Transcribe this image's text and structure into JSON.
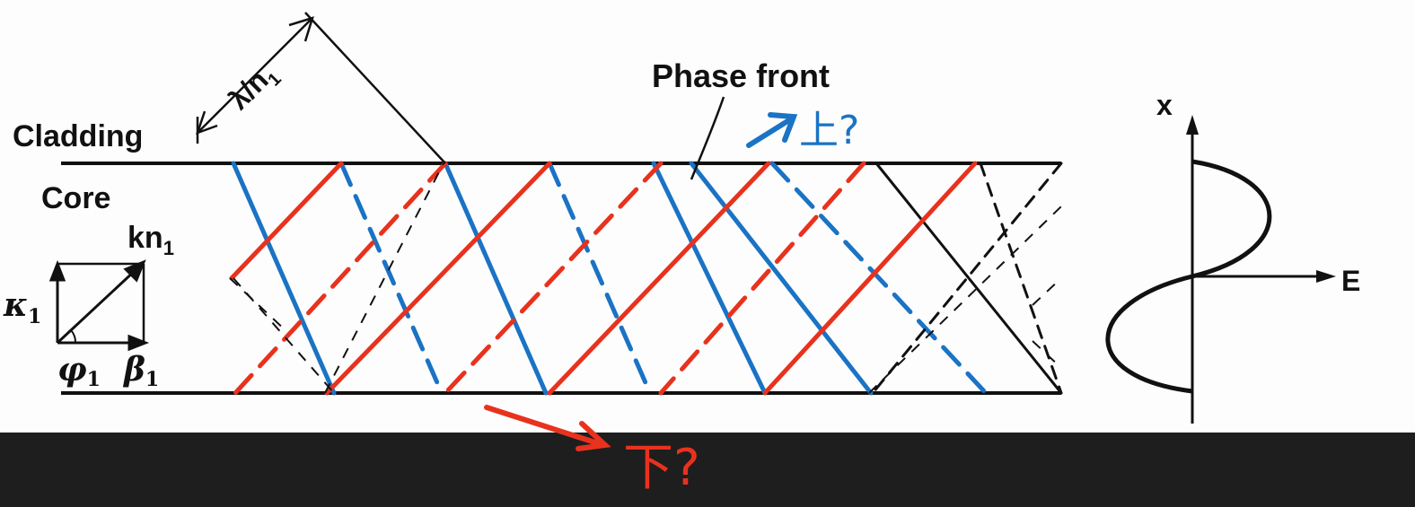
{
  "labels": {
    "cladding": "Cladding",
    "core": "Core",
    "lambda_over_n": "λ/n",
    "lambda_sub": "1",
    "phase_front": "Phase front",
    "kn": "kn",
    "kn_sub": "1",
    "kappa": "κ",
    "kappa_sub": "1",
    "phi": "φ",
    "phi_sub": "1",
    "beta": "β",
    "beta_sub": "1",
    "axis_x": "x",
    "axis_e": "E"
  },
  "annotations": {
    "up": "上?",
    "down": "下?"
  },
  "colors": {
    "background": "#1e1e1e",
    "paper": "#fdfdfd",
    "ink": "#111111",
    "red": "#e8321e",
    "blue": "#1a73c4"
  }
}
